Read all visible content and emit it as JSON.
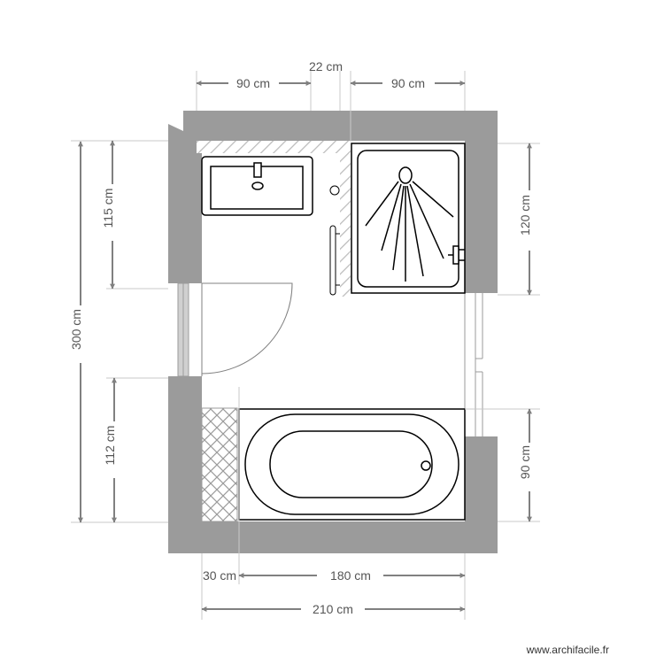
{
  "plan": {
    "colors": {
      "wall": "#9b9b9b",
      "dimension": "#808080",
      "text": "#555555",
      "fixture_stroke": "#000000",
      "background": "#ffffff"
    },
    "dimensions": {
      "top_left_90": "90 cm",
      "top_22": "22 cm",
      "top_right_90": "90 cm",
      "left_300": "300 cm",
      "left_115": "115 cm",
      "left_112": "112 cm",
      "right_120": "120 cm",
      "right_90": "90 cm",
      "bottom_30": "30 cm",
      "bottom_180": "180 cm",
      "bottom_210": "210 cm"
    },
    "fixtures": {
      "sink": "washbasin",
      "shower": "shower-tray",
      "bathtub": "bathtub",
      "door": "swing-door",
      "window": "window",
      "towel_rail": "towel-rail",
      "toilet_paper": "paper-holder",
      "faucet": "faucet"
    }
  },
  "credit": "www.archifacile.fr"
}
